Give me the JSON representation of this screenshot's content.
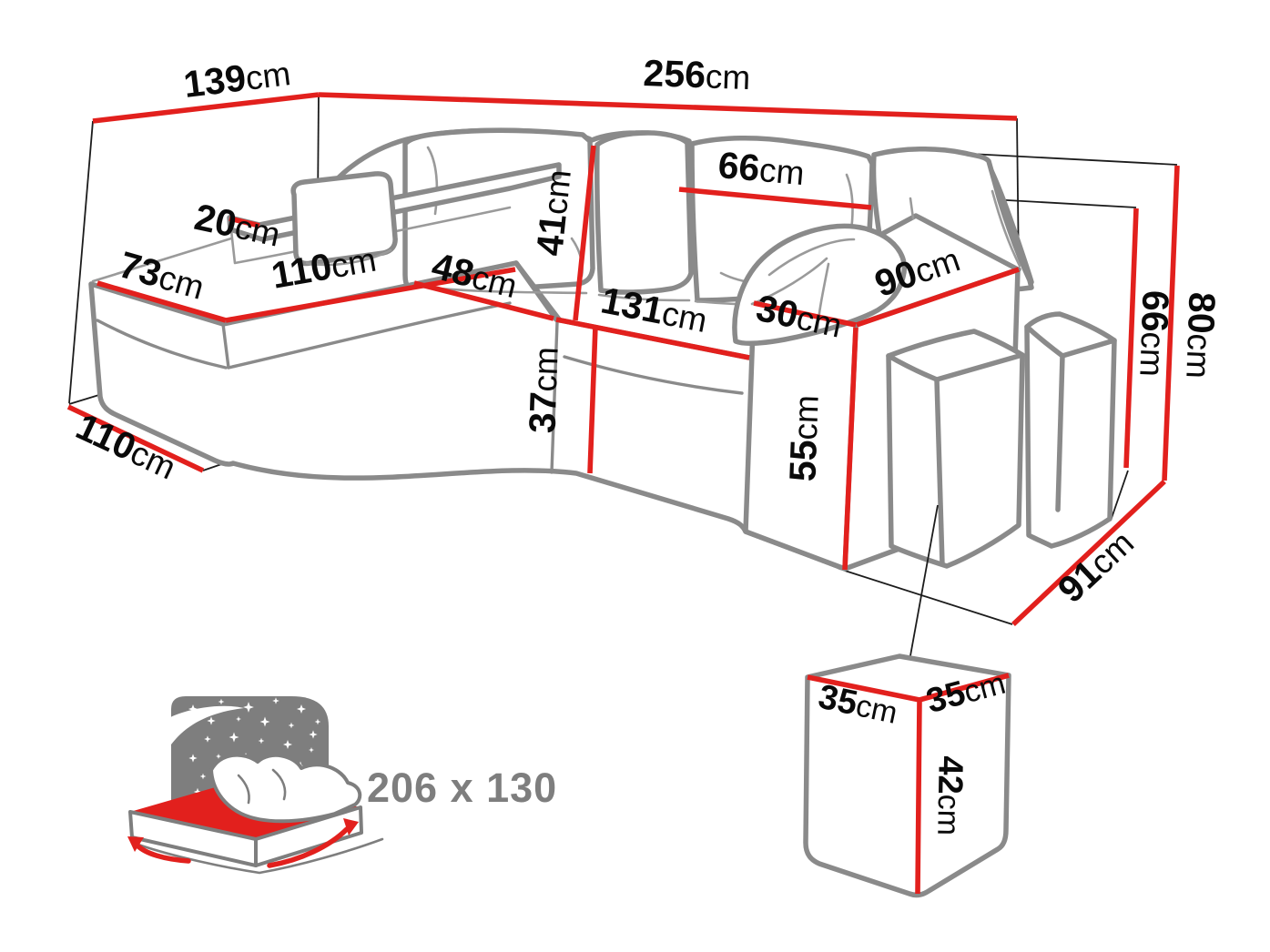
{
  "diagram": {
    "type": "furniture dimension diagram",
    "subject": "corner sofa with sleeping function, chaise longue and two poufs"
  },
  "colors": {
    "dimension_line_red": "#e2201d",
    "outline_gray": "#8a8a8a",
    "extension_line_black": "#1c1c1c",
    "label_text_black": "#0a0a0a",
    "icon_gray": "#7e7e7e"
  },
  "dimensions": {
    "back_left_width": {
      "value": "139",
      "unit": "cm"
    },
    "back_right_width": {
      "value": "256",
      "unit": "cm"
    },
    "back_cushion_width": {
      "value": "66",
      "unit": "cm"
    },
    "back_cushion_height": {
      "value": "41",
      "unit": "cm"
    },
    "chaise_backrest_height": {
      "value": "20",
      "unit": "cm"
    },
    "chaise_seat_width": {
      "value": "73",
      "unit": "cm"
    },
    "chaise_seat_length": {
      "value": "110",
      "unit": "cm"
    },
    "corner_seat_width": {
      "value": "48",
      "unit": "cm"
    },
    "main_seat_width": {
      "value": "131",
      "unit": "cm"
    },
    "armrest_width": {
      "value": "30",
      "unit": "cm"
    },
    "armrest_depth": {
      "value": "90",
      "unit": "cm"
    },
    "seat_height": {
      "value": "37",
      "unit": "cm"
    },
    "armrest_height": {
      "value": "55",
      "unit": "cm"
    },
    "backrest_height": {
      "value": "66",
      "unit": "cm"
    },
    "total_height": {
      "value": "80",
      "unit": "cm"
    },
    "chaise_floor_depth": {
      "value": "110",
      "unit": "cm"
    },
    "sofa_floor_depth": {
      "value": "91",
      "unit": "cm"
    }
  },
  "pouf_detail": {
    "width": {
      "value": "35",
      "unit": "cm"
    },
    "depth": {
      "value": "35",
      "unit": "cm"
    },
    "height": {
      "value": "42",
      "unit": "cm"
    }
  },
  "sleeping_function": {
    "bed_size": "206 x 130"
  },
  "icons": {
    "sleeping_function": "bed-with-starry-night-icon"
  }
}
